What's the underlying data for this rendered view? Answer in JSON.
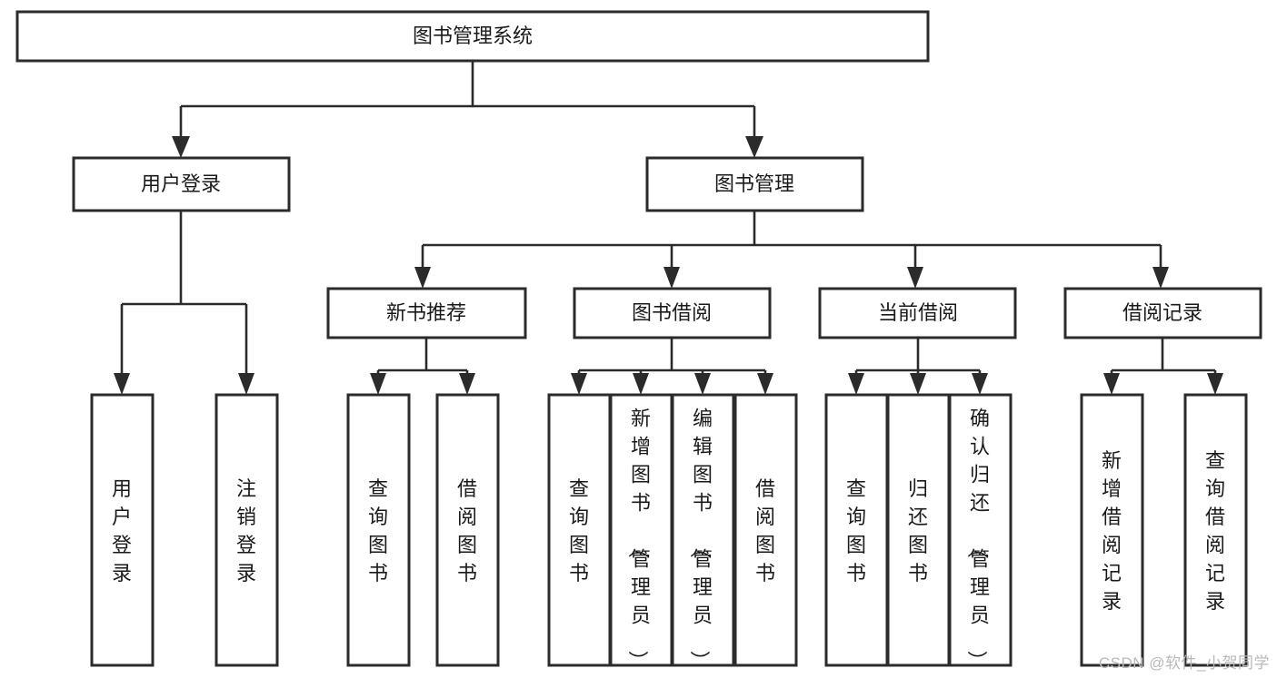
{
  "diagram": {
    "type": "tree",
    "title": "图书管理系统",
    "orientation": "top-down",
    "watermark": "CSDN @软件_小贺同学",
    "colors": {
      "box_stroke": "#2b2b2b",
      "box_fill": "#ffffff",
      "connector": "#2b2b2b",
      "text": "#1a1a1a",
      "watermark": "#b9b9b9",
      "background": "#ffffff"
    },
    "nodes": {
      "root": {
        "label": "图书管理系统"
      },
      "level2": [
        {
          "id": "user-login",
          "label": "用户登录"
        },
        {
          "id": "book-manage",
          "label": "图书管理"
        }
      ],
      "level3": [
        {
          "id": "new-book-recommend",
          "label": "新书推荐",
          "parent": "book-manage"
        },
        {
          "id": "book-borrow",
          "label": "图书借阅",
          "parent": "book-manage"
        },
        {
          "id": "current-borrow",
          "label": "当前借阅",
          "parent": "book-manage"
        },
        {
          "id": "borrow-record",
          "label": "借阅记录",
          "parent": "book-manage"
        }
      ],
      "leaves": {
        "user-login": [
          {
            "id": "leaf-user-login",
            "label": "用户登录"
          },
          {
            "id": "leaf-user-logout",
            "label": "注销登录"
          }
        ],
        "new-book-recommend": [
          {
            "id": "leaf-query-book-1",
            "label": "查询图书"
          },
          {
            "id": "leaf-borrow-book-1",
            "label": "借阅图书"
          }
        ],
        "book-borrow": [
          {
            "id": "leaf-query-book-2",
            "label": "查询图书"
          },
          {
            "id": "leaf-add-book",
            "label": "新增图书（管理员）"
          },
          {
            "id": "leaf-edit-book",
            "label": "编辑图书（管理员）"
          },
          {
            "id": "leaf-borrow-book-2",
            "label": "借阅图书"
          }
        ],
        "current-borrow": [
          {
            "id": "leaf-query-book-3",
            "label": "查询图书"
          },
          {
            "id": "leaf-return-book",
            "label": "归还图书"
          },
          {
            "id": "leaf-confirm-return",
            "label": "确认归还（管理员）"
          }
        ],
        "borrow-record": [
          {
            "id": "leaf-add-record",
            "label": "新增借阅记录"
          },
          {
            "id": "leaf-query-record",
            "label": "查询借阅记录"
          }
        ]
      }
    }
  }
}
